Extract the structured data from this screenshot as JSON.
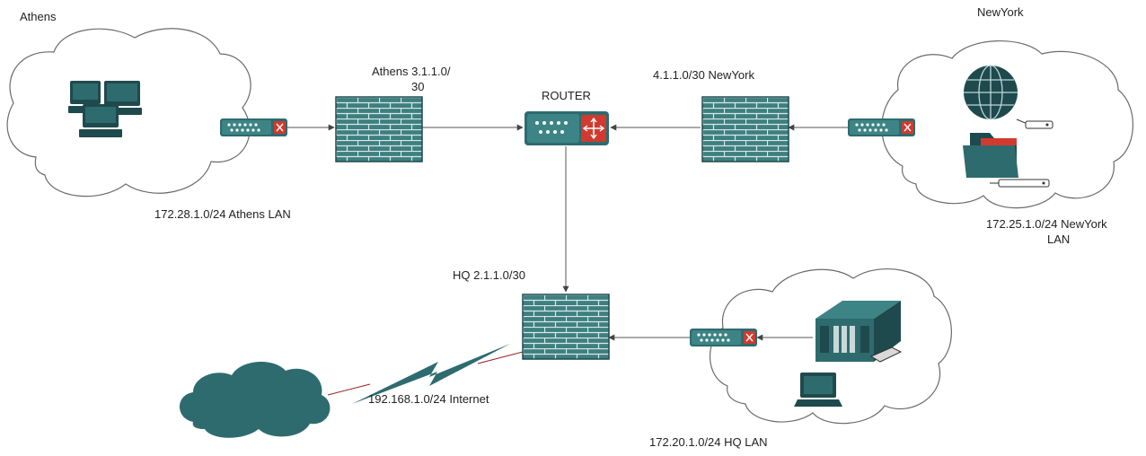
{
  "sites": {
    "athens_title": "Athens",
    "newyork_title": "NewYork"
  },
  "labels": {
    "athens_link_line1": "Athens 3.1.1.0/",
    "athens_link_line2": "30",
    "router": "ROUTER",
    "newyork_link": "4.1.1.0/30 NewYork",
    "athens_lan": "172.28.1.0/24 Athens LAN",
    "newyork_lan_line1": "172.25.1.0/24 NewYork",
    "newyork_lan_line2": "LAN",
    "hq_link": "HQ 2.1.1.0/30",
    "internet": "192.168.1.0/24 Internet",
    "hq_lan": "172.20.1.0/24 HQ LAN"
  },
  "colors": {
    "device_teal": "#2e6b6e",
    "device_dark": "#1f4a4d",
    "router_red": "#d13a2e",
    "internet_link": "#9b2020"
  },
  "icons": [
    "workstation-icon",
    "switch-icon",
    "firewall-icon",
    "router-icon",
    "globe-icon",
    "folder-icon",
    "server-icon",
    "laptop-icon",
    "internet-cloud-icon"
  ]
}
